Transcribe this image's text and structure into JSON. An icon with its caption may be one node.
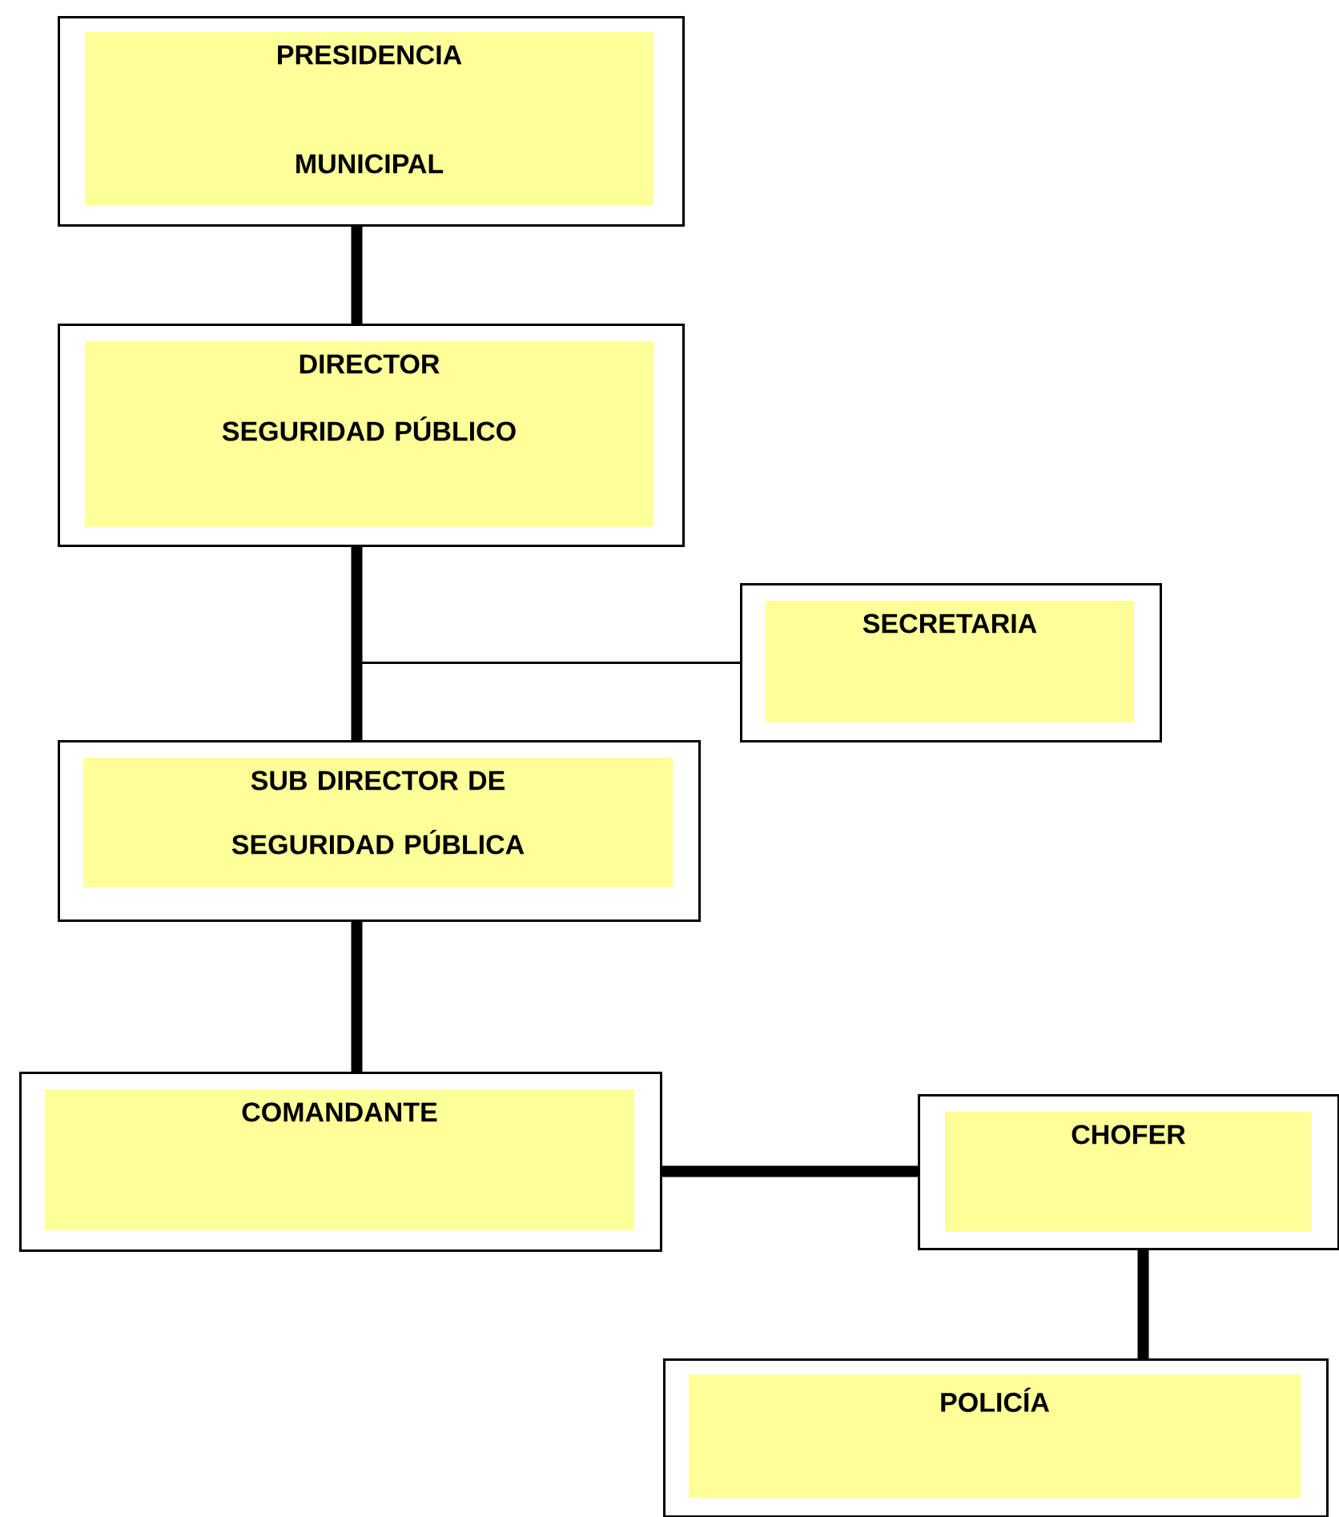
{
  "diagram": {
    "nodes": [
      {
        "text": [
          "PRESIDENCIA MUNICIPAL"
        ]
      },
      {
        "text": [
          "DIRECTOR SEGURIDAD PÚBLICO"
        ]
      },
      {
        "text": [
          "SECRETARIA"
        ]
      },
      {
        "text": [
          "SUB DIRECTOR DE SEGURIDAD PÚBLICA"
        ]
      },
      {
        "text": [
          "COMANDANTE"
        ]
      },
      {
        "text": [
          "CHOFER"
        ]
      },
      {
        "text": [
          "POLICÍA"
        ]
      }
    ],
    "edges": [
      {
        "from": 0,
        "to": 1,
        "arrow": "none"
      },
      {
        "from": 1,
        "to": 2,
        "arrow": "none"
      },
      {
        "from": 1,
        "to": 3,
        "arrow": "none"
      },
      {
        "from": 3,
        "to": 4,
        "arrow": "none"
      },
      {
        "from": 4,
        "to": 5,
        "arrow": "none"
      },
      {
        "from": 5,
        "to": 6,
        "arrow": "none"
      }
    ]
  }
}
